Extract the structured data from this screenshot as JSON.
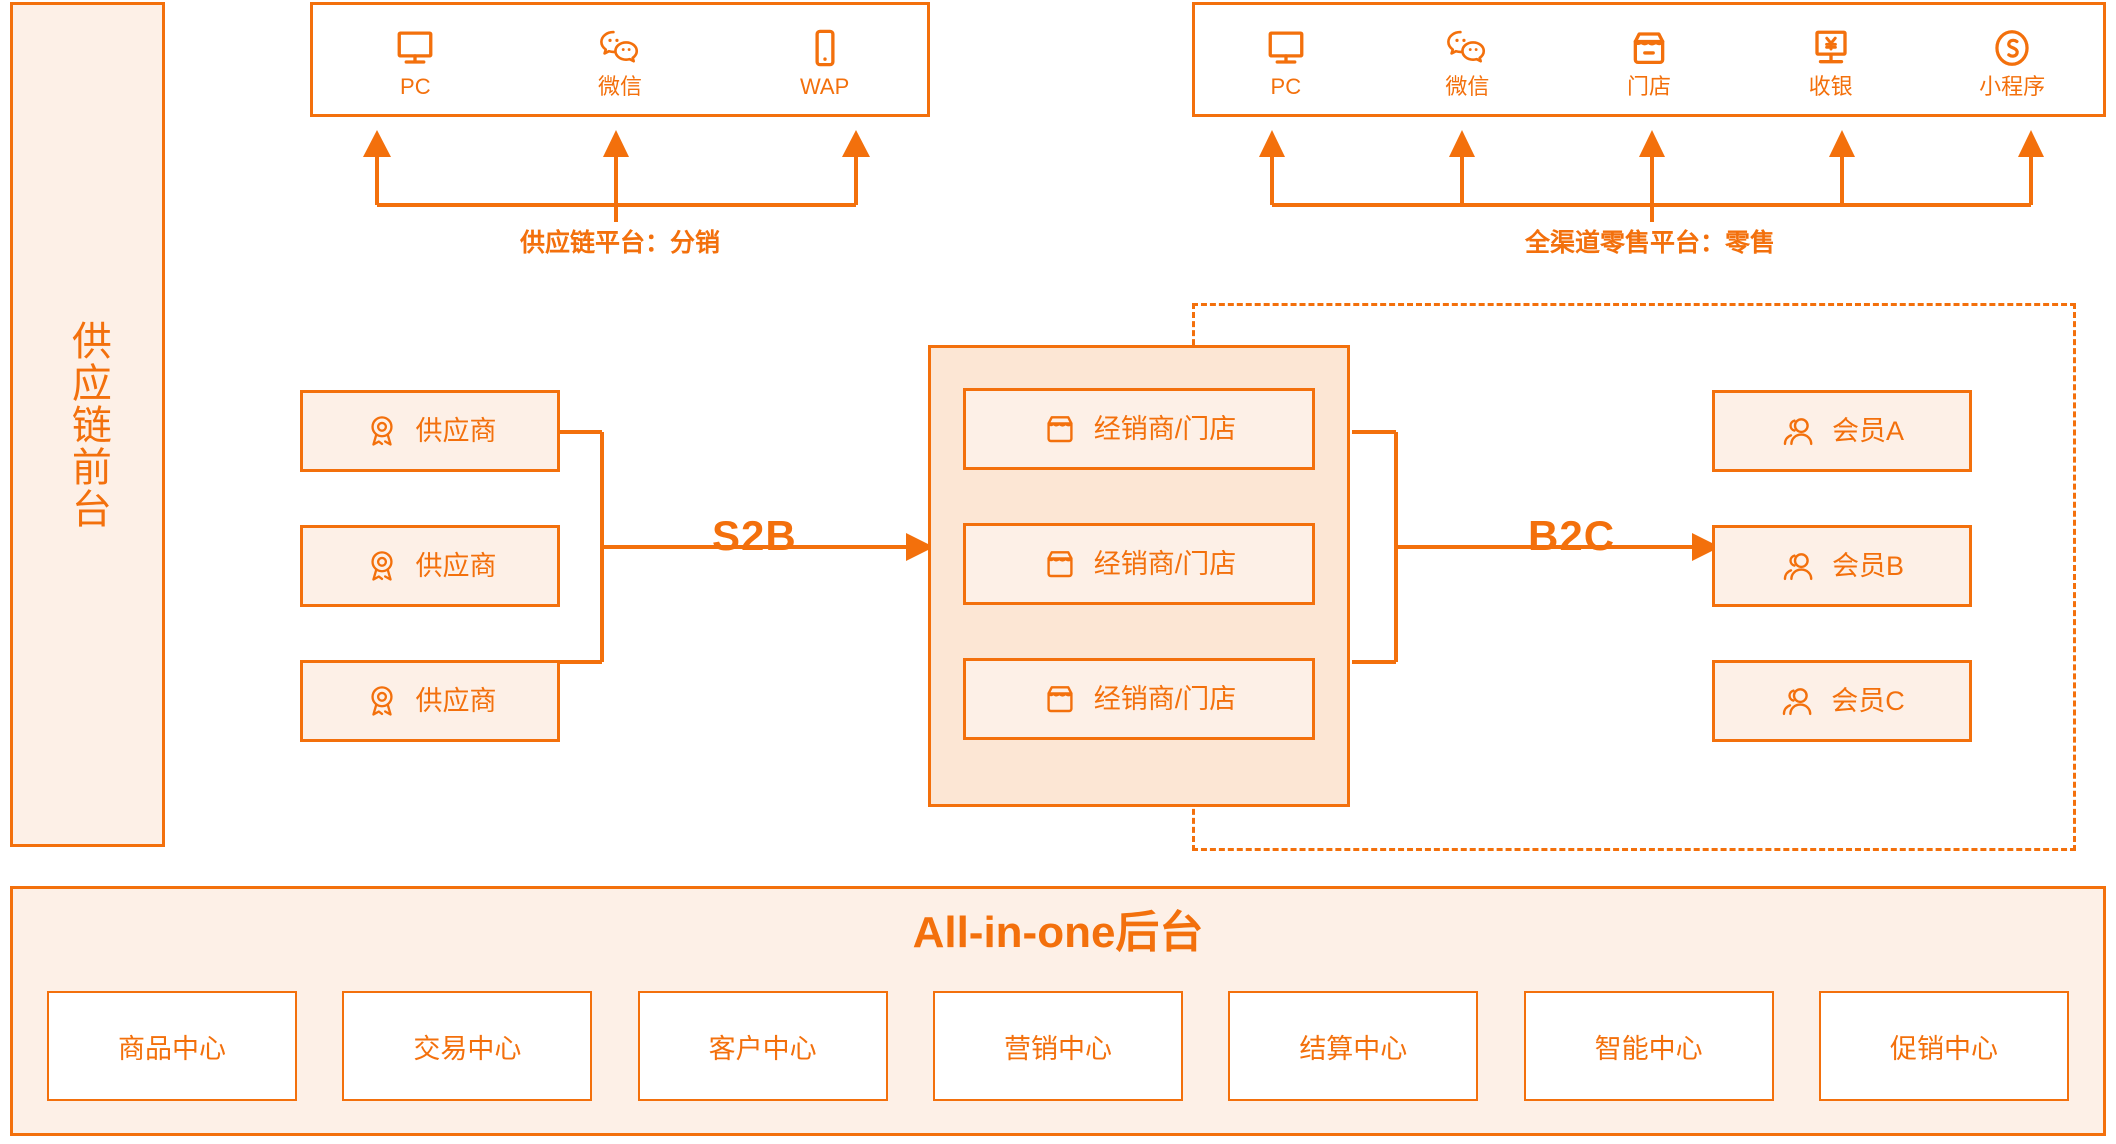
{
  "sidebar": {
    "title": "供应链前台"
  },
  "channels": {
    "left": {
      "items": [
        {
          "icon": "monitor-icon",
          "label": "PC"
        },
        {
          "icon": "wechat-icon",
          "label": "微信"
        },
        {
          "icon": "mobile-icon",
          "label": "WAP"
        }
      ],
      "caption": "供应链平台：分销"
    },
    "right": {
      "items": [
        {
          "icon": "monitor-icon",
          "label": "PC"
        },
        {
          "icon": "wechat-icon",
          "label": "微信"
        },
        {
          "icon": "store-icon",
          "label": "门店"
        },
        {
          "icon": "cashier-icon",
          "label": "收银"
        },
        {
          "icon": "miniprogram-icon",
          "label": "小程序"
        }
      ],
      "caption": "全渠道零售平台：零售"
    }
  },
  "flow": {
    "suppliers": [
      {
        "icon": "badge-icon",
        "label": "供应商"
      },
      {
        "icon": "badge-icon",
        "label": "供应商"
      },
      {
        "icon": "badge-icon",
        "label": "供应商"
      }
    ],
    "s2b_label": "S2B",
    "dealers": [
      {
        "icon": "store-icon",
        "label": "经销商/门店"
      },
      {
        "icon": "store-icon",
        "label": "经销商/门店"
      },
      {
        "icon": "store-icon",
        "label": "经销商/门店"
      }
    ],
    "b2c_label": "B2C",
    "members": [
      {
        "icon": "users-icon",
        "label": "会员A"
      },
      {
        "icon": "users-icon",
        "label": "会员B"
      },
      {
        "icon": "users-icon",
        "label": "会员C"
      }
    ]
  },
  "backend": {
    "title": "All-in-one后台",
    "centers": [
      "商品中心",
      "交易中心",
      "客户中心",
      "营销中心",
      "结算中心",
      "智能中心",
      "促销中心"
    ]
  },
  "colors": {
    "accent": "#F3700C",
    "fill_light": "#FDF0E7",
    "fill_medium": "#FCE6D4",
    "background": "#FFFFFF"
  }
}
